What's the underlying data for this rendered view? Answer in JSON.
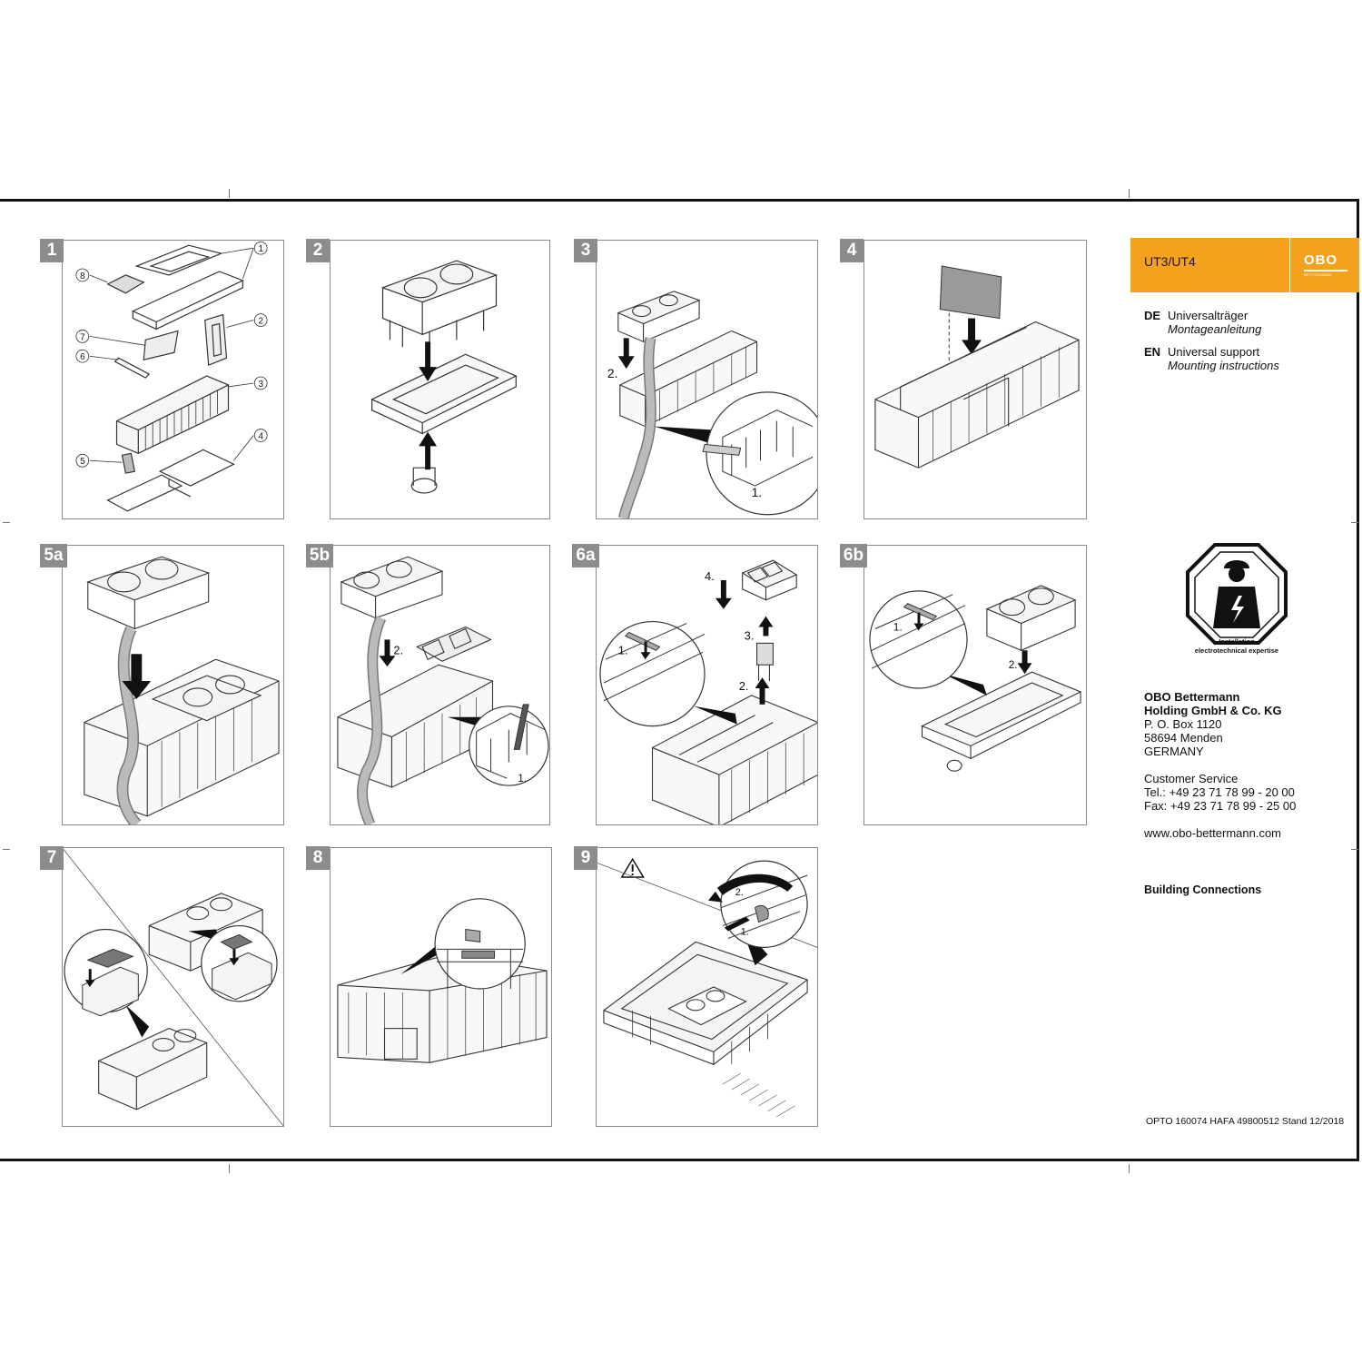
{
  "header": {
    "product": "UT3/UT4",
    "logo_word": "OBO",
    "logo_sub": "BETTERMANN"
  },
  "languages": [
    {
      "code": "DE",
      "title": "Universalträger",
      "subtitle": "Montageanleitung"
    },
    {
      "code": "EN",
      "title": "Universal support",
      "subtitle": "Mounting instructions"
    }
  ],
  "safety": {
    "icon": "electrician-octagon-icon",
    "line1": "Installation",
    "line2": "electrotechnical expertise"
  },
  "company": {
    "name1": "OBO Bettermann",
    "name2": "Holding GmbH & Co. KG",
    "box": "P. O. Box 1120",
    "city": "58694 Menden",
    "country": "GERMANY",
    "service_label": "Customer Service",
    "tel": "Tel.: +49 23 71 78 99 - 20 00",
    "fax": "Fax: +49 23 71 78 99 - 25 00",
    "web": "www.obo-bettermann.com"
  },
  "division": "Building Connections",
  "doc_code": "OPTO 160074 HAFA 49800512 Stand 12/2018",
  "steps": [
    {
      "id": "1",
      "callouts": [
        "1",
        "2",
        "3",
        "4",
        "5",
        "6",
        "7",
        "8"
      ]
    },
    {
      "id": "2"
    },
    {
      "id": "3",
      "labels": [
        "2.",
        "1."
      ]
    },
    {
      "id": "4"
    },
    {
      "id": "5a"
    },
    {
      "id": "5b",
      "labels": [
        "2.",
        "1."
      ]
    },
    {
      "id": "6a",
      "labels": [
        "1.",
        "2.",
        "3.",
        "4."
      ]
    },
    {
      "id": "6b",
      "labels": [
        "1.",
        "2."
      ]
    },
    {
      "id": "7"
    },
    {
      "id": "8"
    },
    {
      "id": "9",
      "labels": [
        "2.",
        "1."
      ],
      "icon": "warning-triangle-icon"
    }
  ]
}
